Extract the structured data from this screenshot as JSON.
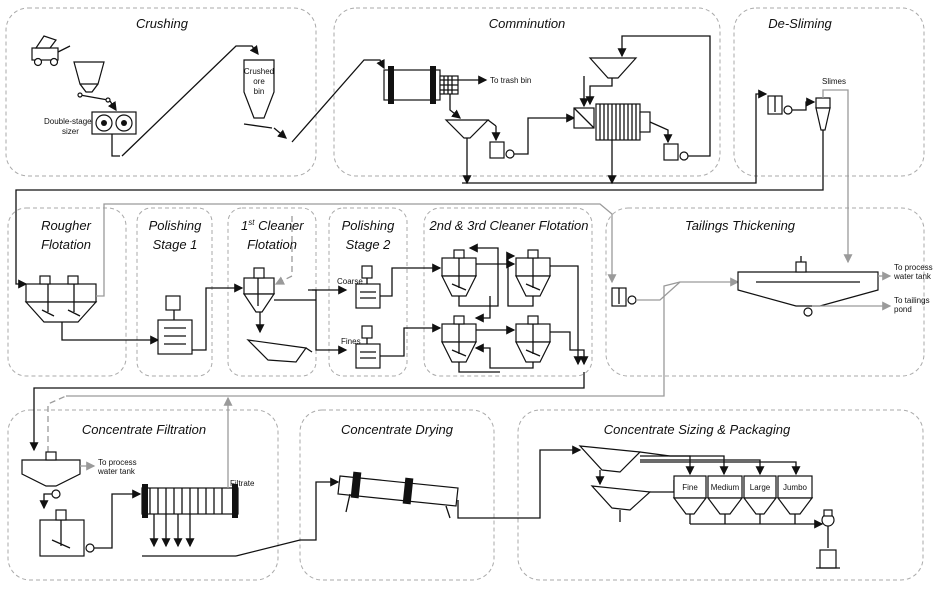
{
  "sections": {
    "crushing": "Crushing",
    "comminution": "Comminution",
    "desliming": "De-Sliming",
    "rougher_l1": "Rougher",
    "rougher_l2": "Flotation",
    "polish1_l1": "Polishing",
    "polish1_l2": "Stage 1",
    "cleaner1_sup": "st",
    "cleaner1_num": "1",
    "cleaner1_l1": " Cleaner",
    "cleaner1_l2": "Flotation",
    "polish2_l1": "Polishing",
    "polish2_l2": "Stage 2",
    "cleaner23": "2nd & 3rd Cleaner Flotation",
    "tailings": "Tailings Thickening",
    "filtration": "Concentrate Filtration",
    "drying": "Concentrate Drying",
    "sizing": "Concentrate Sizing & Packaging"
  },
  "labels": {
    "double_stage_l1": "Double-stage",
    "double_stage_l2": "sizer",
    "crushed_l1": "Crushed",
    "crushed_l2": "ore",
    "crushed_l3": "bin",
    "trash": "To trash bin",
    "slimes": "Slimes",
    "coarse": "Coarse",
    "fines": "Fines",
    "to_process_water_l1": "To process",
    "to_process_water_l2": "water tank",
    "to_tailings_l1": "To tailings",
    "to_tailings_l2": "pond",
    "filt_water_l1": "To process",
    "filt_water_l2": "water tank",
    "filtrate": "Filtrate",
    "fine": "Fine",
    "medium": "Medium",
    "large": "Large",
    "jumbo": "Jumbo"
  },
  "colors": {
    "line": "#111111",
    "recycle_line": "#9a9a9a",
    "section_border": "#aaaaaa"
  }
}
